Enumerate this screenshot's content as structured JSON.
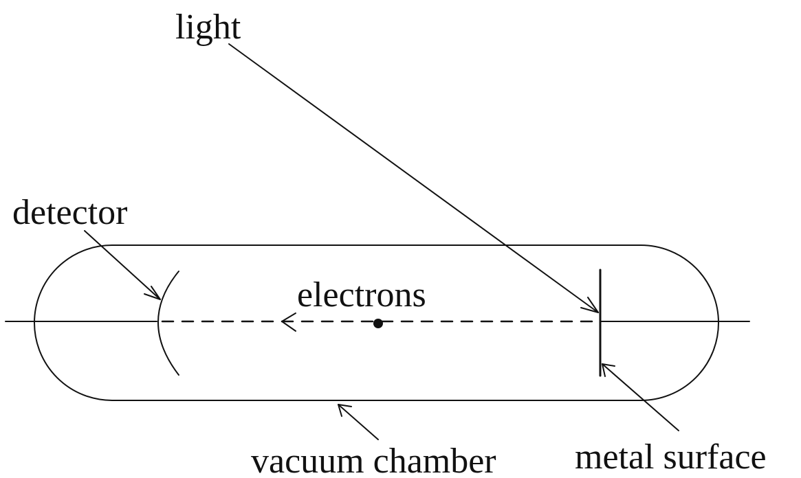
{
  "labels": {
    "light": "light",
    "detector": "detector",
    "electrons": "electrons",
    "vacuum_chamber": "vacuum chamber",
    "metal_surface": "metal surface"
  }
}
